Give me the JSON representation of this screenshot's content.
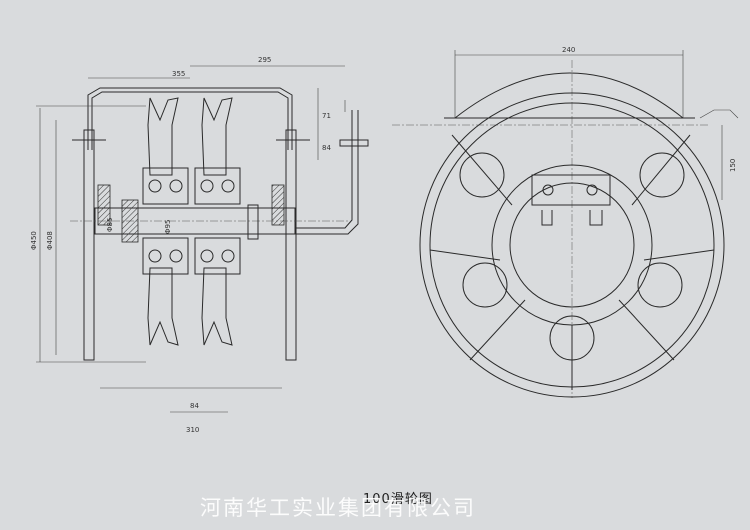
{
  "caption": "100滑轮图",
  "watermark": "河南华工实业集团有限公司",
  "dims": {
    "d355": "355",
    "d295": "295",
    "d71": "71",
    "d84v": "84",
    "d450": "Φ450",
    "d408": "Φ408",
    "d84": "84",
    "d310": "310",
    "d240": "240",
    "d150": "150",
    "shaft_a": "Φ85",
    "shaft_b": "Φ95"
  },
  "colors": {
    "paper": "#d9dbdd",
    "ink": "#2a2a2a"
  }
}
